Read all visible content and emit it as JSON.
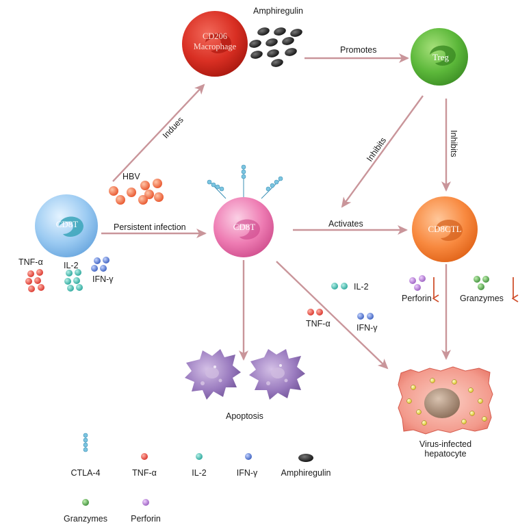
{
  "cells": {
    "macrophage": "CD206\nMacrophage",
    "treg": "Treg",
    "cd8t_naive": "CD8T",
    "cd8t_center": "CD8T",
    "cd8ctl": "CD8CTL"
  },
  "labels": {
    "amphiregulin": "Amphiregulin",
    "promotes": "Promotes",
    "indues": "Indues",
    "hbv": "HBV",
    "inhibits_left": "Inhibits",
    "inhibits_right": "Inhibits",
    "persistent_infection": "Persistent infection",
    "activates": "Activates",
    "apoptosis": "Apoptosis",
    "tnf_left": "TNF-α",
    "il2_left": "IL-2",
    "ifn_left": "IFN-γ",
    "il2_mid": "IL-2",
    "tnf_mid": "TNF-α",
    "ifn_mid": "IFN-γ",
    "perforin": "Perforin",
    "granzymes": "Granzymes",
    "hepatocyte_line1": "Virus-infected",
    "hepatocyte_line2": "hepatocyte"
  },
  "legend": [
    {
      "label": "CTLA-4",
      "icon": "ctla4-chain-icon"
    },
    {
      "label": "TNF-α",
      "icon": "tnf-alpha-dot-icon"
    },
    {
      "label": "IL-2",
      "icon": "il2-dot-icon"
    },
    {
      "label": "IFN-γ",
      "icon": "ifn-gamma-dot-icon"
    },
    {
      "label": "Amphiregulin",
      "icon": "amphiregulin-oval-icon"
    },
    {
      "label": "Granzymes",
      "icon": "granzyme-dot-icon"
    },
    {
      "label": "Perforin",
      "icon": "perforin-dot-icon"
    }
  ],
  "colors": {
    "arrow": "#c9959a",
    "down_arrow": "#d0502e",
    "tnf": "#d9332a",
    "il2": "#2aa79b",
    "ifn": "#3b5fbf",
    "granzyme": "#3f8f3a",
    "perforin": "#9a5fc0",
    "amphiregulin": "#1a1a1a",
    "ctla4": "#7cc5e0"
  }
}
